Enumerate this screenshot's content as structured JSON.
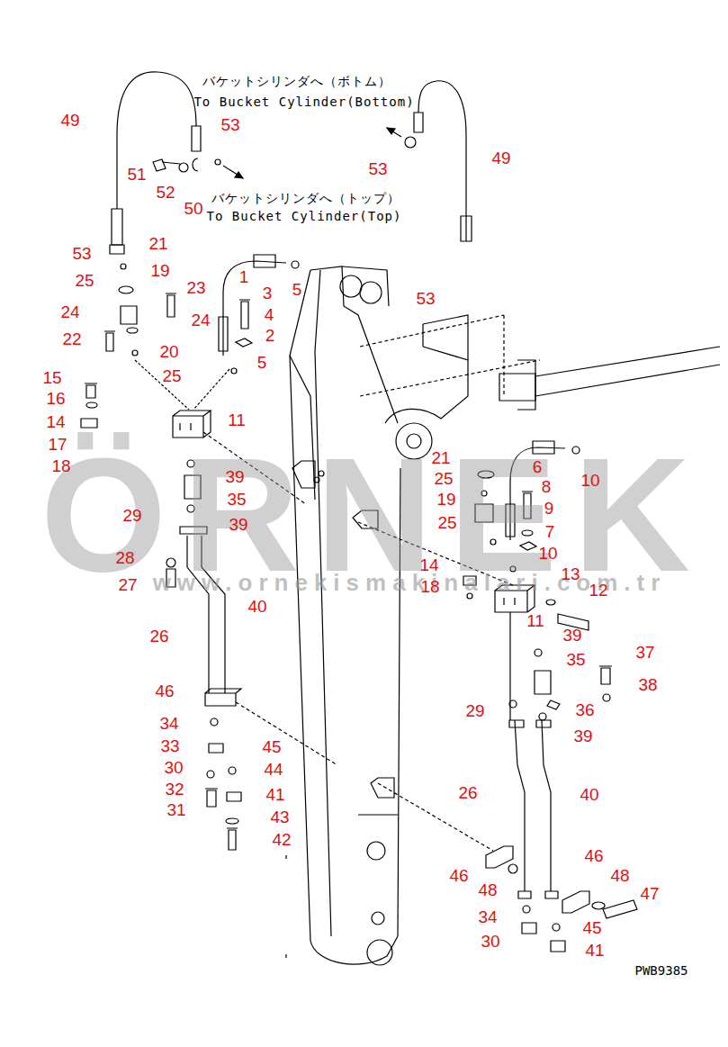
{
  "diagram": {
    "labels": [
      "バケットシリンダへ（ボトム）",
      "To Bucket Cylinder(Bottom)",
      "49",
      "53",
      "53",
      "49",
      "51",
      "52",
      "バケットシリンダへ（トップ）",
      "50",
      "To Bucket Cylinder(Top)",
      "21",
      "53",
      "19",
      "1",
      "25",
      "23",
      "5",
      "3",
      "53",
      "24",
      "4",
      "24",
      "2",
      "22",
      "20",
      "5",
      "25",
      "15",
      "16",
      "11",
      "14",
      "17",
      "21",
      "6",
      "18",
      "39",
      "25",
      "10",
      "8",
      "35",
      "19",
      "9",
      "ÖRNEK",
      "29",
      "25",
      "39",
      "7",
      "10",
      "28",
      "14",
      "13",
      "www.ornekismakinalari.com.tr",
      "27",
      "18",
      "12",
      "40",
      "11",
      "39",
      "26",
      "37",
      "35",
      "38",
      "46",
      "36",
      "29",
      "34",
      "39",
      "33",
      "45",
      "30",
      "44",
      "32",
      "26",
      "41",
      "40",
      "31",
      "43",
      "42",
      "46",
      "46",
      "48",
      "48",
      "47",
      "34",
      "45",
      "30",
      "41",
      "PWB9385"
    ]
  }
}
